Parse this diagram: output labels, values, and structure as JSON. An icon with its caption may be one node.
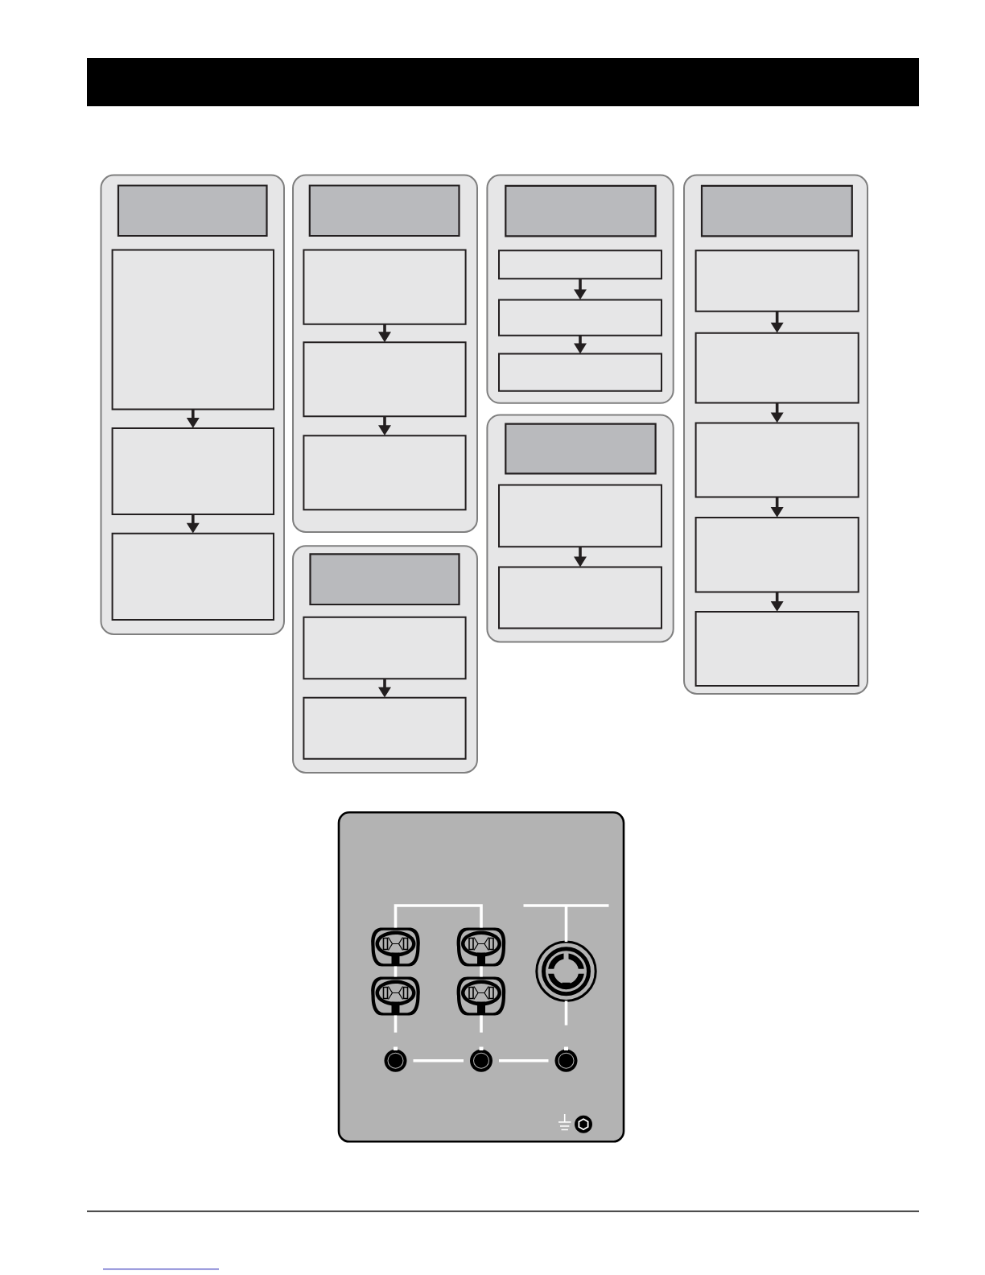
{
  "diagram": {
    "nodes": [
      {
        "text": [],
        "shape": "bar"
      },
      {
        "text": [],
        "shape": "box"
      },
      {
        "text": [],
        "shape": "box",
        "in": 1
      },
      {
        "text": [],
        "shape": "box",
        "in": 1
      },
      {
        "text": [],
        "shape": "box",
        "in": 1
      },
      {
        "text": [],
        "shape": "box",
        "in": 1
      },
      {
        "text": [],
        "shape": "box"
      },
      {
        "text": [],
        "shape": "box",
        "in": 6
      },
      {
        "text": [],
        "shape": "box",
        "in": 6
      },
      {
        "text": [],
        "shape": "box",
        "in": 6
      },
      {
        "text": [],
        "shape": "box",
        "in": 6
      },
      {
        "text": [],
        "shape": "box"
      },
      {
        "text": [],
        "shape": "box",
        "in": 11
      },
      {
        "text": [],
        "shape": "box",
        "in": 11
      },
      {
        "text": [],
        "shape": "box",
        "in": 11
      },
      {
        "text": [],
        "shape": "box"
      },
      {
        "text": [],
        "shape": "box",
        "in": 15
      },
      {
        "text": [],
        "shape": "box",
        "in": 15
      },
      {
        "text": [],
        "shape": "box",
        "in": 15
      },
      {
        "text": [],
        "shape": "box",
        "in": 15
      },
      {
        "text": [],
        "shape": "box"
      },
      {
        "text": [],
        "shape": "box",
        "in": 20
      },
      {
        "text": [],
        "shape": "box",
        "in": 20
      },
      {
        "text": [],
        "shape": "box",
        "in": 20
      },
      {
        "text": [],
        "shape": "box"
      },
      {
        "text": [],
        "shape": "box",
        "in": 24
      },
      {
        "text": [],
        "shape": "box",
        "in": 24
      },
      {
        "text": [],
        "shape": "box",
        "in": 24
      },
      {
        "text": [],
        "shape": "box",
        "in": 24
      },
      {
        "text": [],
        "shape": "box",
        "in": 24
      },
      {
        "text": [],
        "shape": "box",
        "in": 24
      },
      {
        "text": [],
        "shape": "box"
      },
      {
        "text": [],
        "shape": "picture",
        "in": 31
      },
      {
        "text": [],
        "shape": "picture",
        "in": 31
      },
      {
        "text": [],
        "shape": "circle",
        "in": 31
      },
      {
        "text": [],
        "shape": "picture",
        "in": 31
      },
      {
        "text": [],
        "shape": "picture",
        "in": 31
      },
      {
        "text": [],
        "shape": "circle",
        "in": 31
      },
      {
        "text": [],
        "shape": "circle",
        "in": 31
      },
      {
        "text": [],
        "shape": "circle",
        "in": 31
      }
    ],
    "edges": [
      {
        "from": 3,
        "to": 4,
        "arrow": "to"
      },
      {
        "from": 4,
        "to": 5,
        "arrow": "to"
      },
      {
        "from": 8,
        "to": 9,
        "arrow": "to"
      },
      {
        "from": 9,
        "to": 10,
        "arrow": "to"
      },
      {
        "from": 13,
        "to": 14,
        "arrow": "to"
      },
      {
        "from": 17,
        "to": 18,
        "arrow": "to"
      },
      {
        "from": 18,
        "to": 19,
        "arrow": "to"
      },
      {
        "from": 22,
        "to": 23,
        "arrow": "to"
      },
      {
        "from": 26,
        "to": 27,
        "arrow": "to"
      },
      {
        "from": 27,
        "to": 28,
        "arrow": "to"
      },
      {
        "from": 28,
        "to": 29,
        "arrow": "to"
      },
      {
        "from": 29,
        "to": 30,
        "arrow": "to"
      },
      {
        "from": 32,
        "to": 33,
        "arrow": "none",
        "color": "#ffffff"
      },
      {
        "from": 32,
        "to": 35,
        "arrow": "none",
        "color": "#ffffff"
      },
      {
        "from": 33,
        "to": 36,
        "arrow": "none",
        "color": "#ffffff"
      },
      {
        "from": 35,
        "to": 37,
        "arrow": "none",
        "color": "#ffffff"
      },
      {
        "from": 36,
        "to": 38,
        "arrow": "none",
        "color": "#ffffff"
      },
      {
        "from": null,
        "to": 34,
        "arrow": "none",
        "color": "#ffffff"
      },
      {
        "from": 34,
        "to": 39,
        "arrow": "none",
        "color": "#ffffff"
      },
      {
        "from": 37,
        "to": 38,
        "arrow": "none",
        "color": "#ffffff"
      },
      {
        "from": 38,
        "to": 39,
        "arrow": "none",
        "color": "#ffffff"
      }
    ]
  }
}
